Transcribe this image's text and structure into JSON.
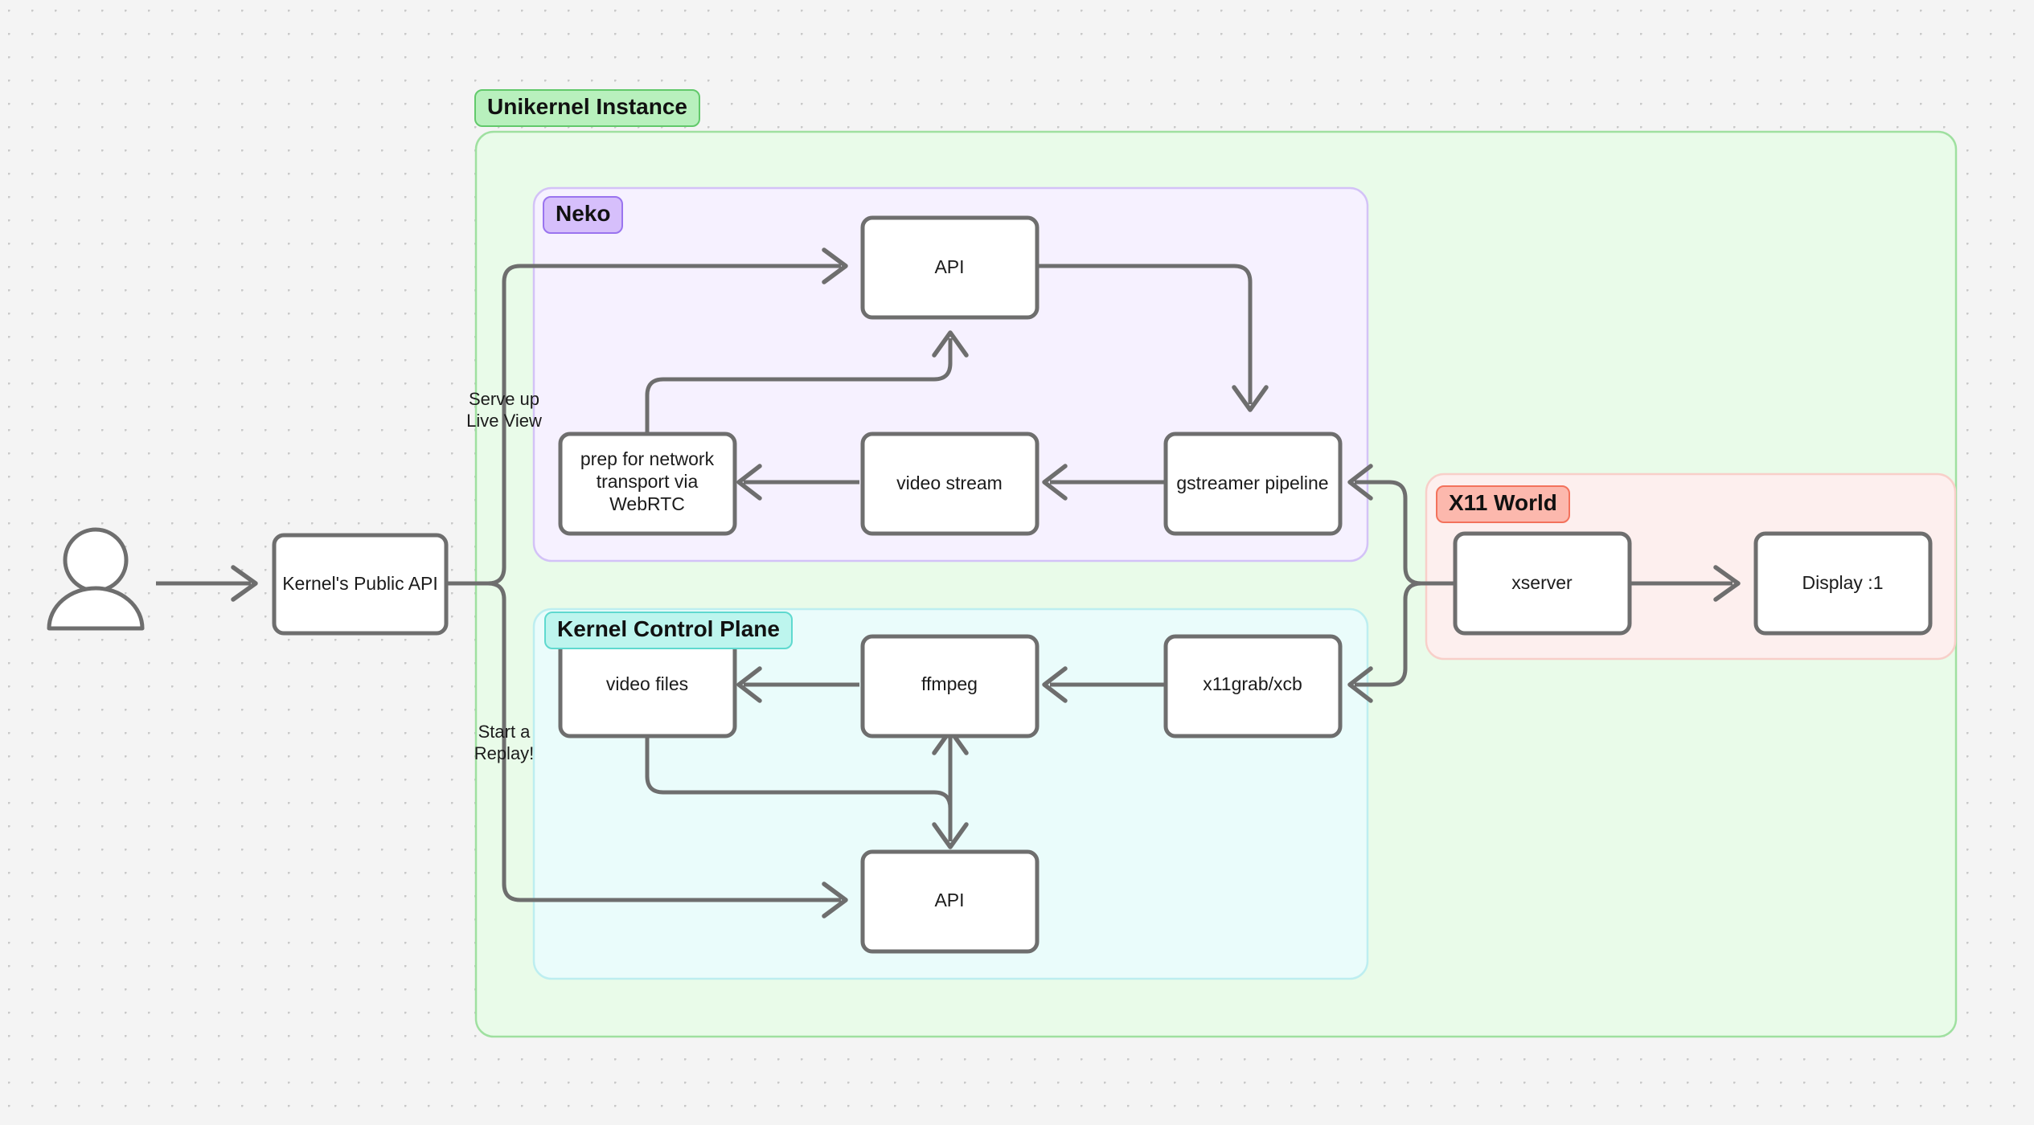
{
  "diagram": {
    "title": "Kernel unikernel streaming architecture",
    "background": {
      "color": "#f4f4f4",
      "dot_color": "#c9c9c9"
    },
    "groups": [
      {
        "id": "unikernel",
        "label": "Unikernel Instance",
        "fill": "#e9fbe9",
        "stroke": "#9fe0a0",
        "badge_fill": "#b8f0bd",
        "badge_stroke": "#62c96b"
      },
      {
        "id": "neko",
        "label": "Neko",
        "fill": "#f6f1ff",
        "stroke": "#d3c2f7",
        "badge_fill": "#d6bffb",
        "badge_stroke": "#9a74ef"
      },
      {
        "id": "control-plane",
        "label": "Kernel Control Plane",
        "fill": "#eafcfb",
        "stroke": "#bdeef0",
        "badge_fill": "#bdf5ee",
        "badge_stroke": "#5fd9cf"
      },
      {
        "id": "x11",
        "label": "X11 World",
        "fill": "#fdefee",
        "stroke": "#f8cfc9",
        "badge_fill": "#fcb8ad",
        "badge_stroke": "#f3725c"
      }
    ],
    "nodes": [
      {
        "id": "user",
        "label": "",
        "type": "person-icon"
      },
      {
        "id": "public-api",
        "label": "Kernel's Public API",
        "group": "root"
      },
      {
        "id": "neko-api",
        "label": "API",
        "group": "neko"
      },
      {
        "id": "webrtc-prep",
        "label": "prep for network transport via WebRTC",
        "lines": [
          "prep for network",
          "transport via",
          "WebRTC"
        ],
        "group": "neko"
      },
      {
        "id": "video-stream",
        "label": "video stream",
        "group": "neko"
      },
      {
        "id": "gstreamer",
        "label": "gstreamer pipeline",
        "group": "neko"
      },
      {
        "id": "video-files",
        "label": "video files",
        "group": "control-plane"
      },
      {
        "id": "ffmpeg",
        "label": "ffmpeg",
        "group": "control-plane"
      },
      {
        "id": "x11grab",
        "label": "x11grab/xcb",
        "group": "control-plane"
      },
      {
        "id": "cp-api",
        "label": "API",
        "group": "control-plane"
      },
      {
        "id": "xserver",
        "label": "xserver",
        "group": "x11"
      },
      {
        "id": "display",
        "label": "Display :1",
        "group": "x11"
      }
    ],
    "edges": [
      {
        "from": "user",
        "to": "public-api",
        "label": ""
      },
      {
        "from": "public-api",
        "to": "neko-api",
        "label": "Serve up Live View",
        "label_lines": [
          "Serve up",
          "Live View"
        ]
      },
      {
        "from": "public-api",
        "to": "cp-api",
        "label": "Start a Replay!",
        "label_lines": [
          "Start a",
          "Replay!"
        ]
      },
      {
        "from": "neko-api",
        "to": "gstreamer",
        "label": ""
      },
      {
        "from": "gstreamer",
        "to": "video-stream",
        "label": ""
      },
      {
        "from": "video-stream",
        "to": "webrtc-prep",
        "label": ""
      },
      {
        "from": "webrtc-prep",
        "to": "neko-api",
        "label": ""
      },
      {
        "from": "xserver",
        "to": "gstreamer",
        "label": ""
      },
      {
        "from": "xserver",
        "to": "x11grab",
        "label": ""
      },
      {
        "from": "xserver",
        "to": "display",
        "label": ""
      },
      {
        "from": "x11grab",
        "to": "ffmpeg",
        "label": ""
      },
      {
        "from": "ffmpeg",
        "to": "video-files",
        "label": ""
      },
      {
        "from": "video-files",
        "to": "cp-api",
        "label": ""
      },
      {
        "from": "cp-api",
        "to": "ffmpeg",
        "label": "",
        "bidirectional": true
      }
    ],
    "edge_labels": {
      "serve_up_line1": "Serve up",
      "serve_up_line2": "Live View",
      "replay_line1": "Start a",
      "replay_line2": "Replay!"
    },
    "node_text": {
      "public_api": "Kernel's Public API",
      "neko_api": "API",
      "webrtc_line1": "prep for network",
      "webrtc_line2": "transport via",
      "webrtc_line3": "WebRTC",
      "video_stream": "video stream",
      "gstreamer": "gstreamer pipeline",
      "video_files": "video files",
      "ffmpeg": "ffmpeg",
      "x11grab": "x11grab/xcb",
      "cp_api": "API",
      "xserver": "xserver",
      "display": "Display :1"
    },
    "group_labels": {
      "unikernel": "Unikernel Instance",
      "neko": "Neko",
      "control_plane": "Kernel Control Plane",
      "x11": "X11 World"
    },
    "colors": {
      "node_stroke": "#6e6e6e",
      "edge_stroke": "#6e6e6e",
      "node_fill": "#ffffff",
      "text": "#1b1b1b"
    }
  }
}
